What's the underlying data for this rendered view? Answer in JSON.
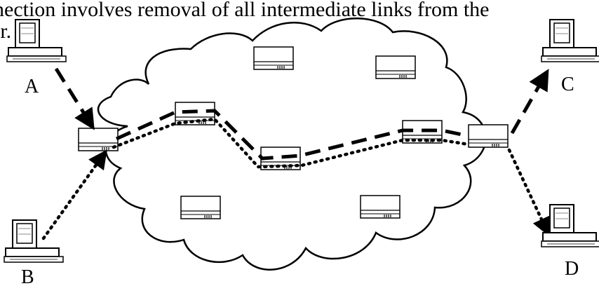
{
  "caption": {
    "line1": "nnection involves removal of all intermediate links from the",
    "line2": "ver."
  },
  "endpoints": [
    {
      "id": "A",
      "label": "A"
    },
    {
      "id": "B",
      "label": "B"
    },
    {
      "id": "C",
      "label": "C"
    },
    {
      "id": "D",
      "label": "D"
    }
  ],
  "legend_styles": {
    "path_A_to_C": "dashed",
    "path_B_to_D": "dotted"
  },
  "colors": {
    "stroke": "#000000",
    "background": "#ffffff"
  }
}
